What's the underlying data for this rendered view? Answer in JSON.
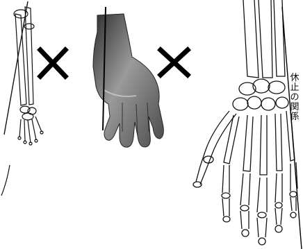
{
  "right_label": {
    "chars": [
      "休",
      "止",
      "の",
      "関",
      "係"
    ]
  },
  "marks": {
    "left_mark": "cross",
    "middle_mark": "cross"
  },
  "colors": {
    "ink": "#111111",
    "skin_dark": "#3a3a3a",
    "skin_mid": "#8a8a8a",
    "skin_light": "#cfcfcf"
  }
}
